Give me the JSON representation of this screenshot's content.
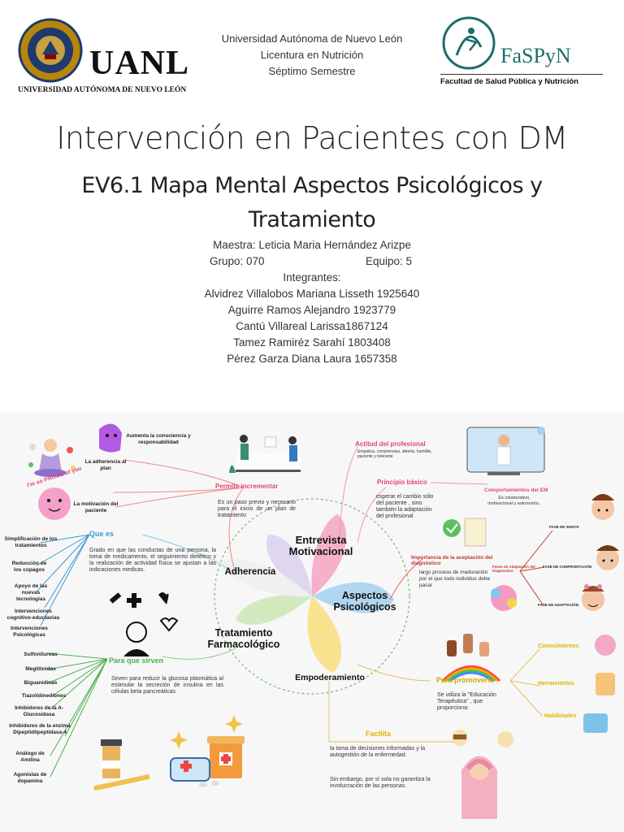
{
  "header": {
    "uanl_logo_text": "UANL",
    "uanl_subtitle": "UNIVERSIDAD AUTÓNOMA DE NUEVO LEÓN",
    "faspyn_logo_text": "FaSPyN",
    "faspyn_subtitle": "Facultad de Salud Pública y Nutrición",
    "line1": "Universidad Autónoma de Nuevo León",
    "line2": "Licentura en Nutrición",
    "line3": "Séptimo Semestre"
  },
  "title": "Intervención en Pacientes con DM",
  "subtitle_line1": "EV6.1 Mapa Mental Aspectos Psicológicos y",
  "subtitle_line2": "Tratamiento",
  "teacher": "Maestra: Leticia Maria Hernández Arizpe",
  "group": "Grupo: 070",
  "team": "Equipo: 5",
  "members_label": "Integrantes:",
  "members": [
    "Alvidrez Villalobos Mariana Lisseth 1925640",
    "Aguirre Ramos Alejandro 1923779",
    "Cantú Villareal Larissa1867124",
    "Tamez Ramiréz Sarahí 1803408",
    "Pérez Garza Diana Laura 1657358"
  ],
  "map": {
    "center_nodes": {
      "entrevista": "Entrevista Motivacional",
      "aspectos": "Aspectos Psicológicos",
      "adherencia": "Adherencia",
      "tratamiento": "Tratamiento Farmacológico",
      "empoderamiento": "Empoderamiento"
    },
    "adherencia": {
      "aumenta": "Aumenta la consciencia y responsabilidad",
      "la_adherencia": "La adherencia al plan",
      "motivacion": "La motivación del paciente",
      "permite": "Permite incrementar",
      "permite_text": "Es un paso previo y necesario para el inicio de un plan de tratamiento",
      "que_es": "Que es",
      "que_es_text": "Grado en que las conductas de una persona, la toma de medicamento, el seguimiento dietético y la realización de actividad física se ajustan a las indicaciones medicas.",
      "factors": [
        "Simplificación de los tratamientos",
        "Reducción de los copagos",
        "Apoyo de las nuevas tecnologías",
        "Intervenciones cognitivo-eductavias",
        "Intervenciones Psicológicas"
      ],
      "sticker_text": "I'm so PROUD of you"
    },
    "entrevista": {
      "actitud": "Actitud del profesional",
      "actitud_text": "Empática, comprensiva, abierta, humilde, paciente y tolerante",
      "principio": "Principio básico",
      "principio_text": "esperar el cambio sólo del paciente , sino también la adaptación del profesional",
      "comportamientos": "Comportamientos del EM",
      "comportamientos_text": "Es colaborativo, motivacional y autonomía ."
    },
    "aspectos": {
      "importancia": "Importancia de la aceptación del diagnóstico",
      "importancia_text": "largo proceso de maduración por el que todo individuo debe pasar",
      "fases_label": "Fases de Adaptación del Diagnostico",
      "fases": [
        "FASE DE SHOCK",
        "FASE DE CONFRONTACIÓN",
        "FASE DE ADAPTACIÓN"
      ]
    },
    "tratamiento": {
      "para_que": "Para que sirven",
      "para_que_text": "Sirven para reducir la glucosa plasmática al estimular la secreción de insulina en las células beta pancreáticas",
      "drugs": [
        "Sulfonilureas",
        "Meglitinidas",
        "Biguanidinas",
        "Tiazolidinediones",
        "Inhibidores de la A-Glucosidasa",
        "Inhibidores de la enzima Dipeptidilpeptidasa-4",
        "Análogo de Amilina",
        "Agonistas de dopamina"
      ]
    },
    "empoderamiento": {
      "para_promoverlo": "Para promoverlo",
      "para_promoverlo_text": "Se utiliza la \"Educación Terapéutica\" , que proporciona:",
      "items": [
        "Conocimientos",
        "Herramientas",
        "Habilidades"
      ],
      "facilita": "Facilita",
      "facilita_text": "la toma de decisiones informadas y la autogestión de la enfermedad.",
      "sin_embargo": "Sin embargo, por sí sola no garantiza la involucración de las personas."
    }
  },
  "colors": {
    "pink": "#e0457b",
    "green": "#4caf50",
    "blue": "#3a9bd5",
    "yellow": "#f3d34a",
    "red": "#c0392b",
    "uanl_blue": "#1f3a6e",
    "faspyn_teal": "#1c6d6a"
  }
}
